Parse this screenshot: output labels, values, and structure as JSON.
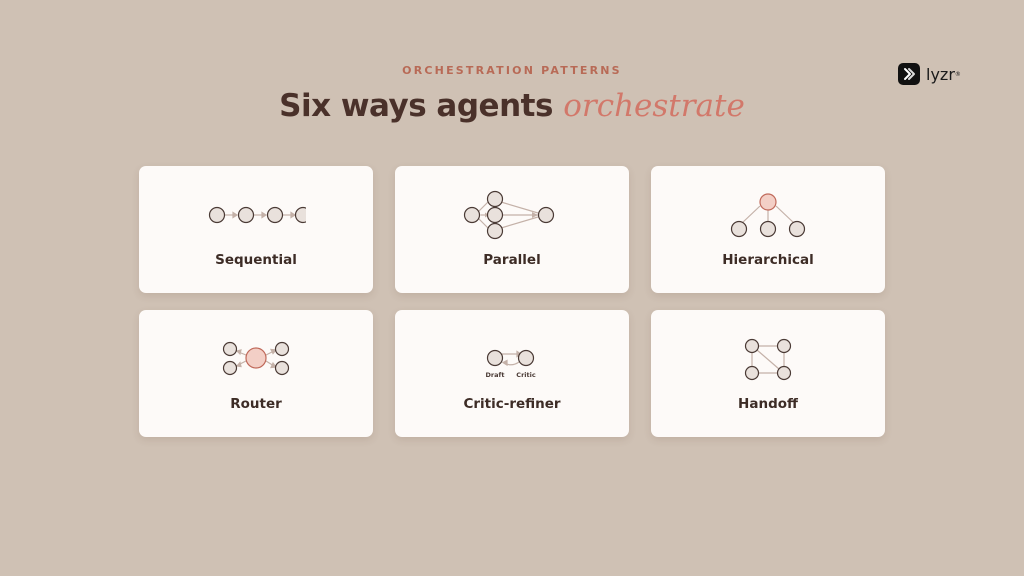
{
  "header": {
    "eyebrow": "ORCHESTRATION PATTERNS",
    "title_main": "Six ways agents ",
    "title_accent": "orchestrate"
  },
  "logo": {
    "text": "lyzr",
    "trademark": "®",
    "icon": "lyzr-logo-icon"
  },
  "colors": {
    "background": "#cfc1b4",
    "card": "#fdfaf8",
    "accent": "#d2786a",
    "title": "#4a312a",
    "node_fill": "#e9e1dc",
    "node_stroke": "#4a3a35",
    "highlight_fill": "#f3cfc6",
    "highlight_stroke": "#c0695a",
    "arrow": "#c4b1a8"
  },
  "patterns": [
    {
      "label": "Sequential",
      "diagram": "sequential-diagram"
    },
    {
      "label": "Parallel",
      "diagram": "parallel-diagram"
    },
    {
      "label": "Hierarchical",
      "diagram": "hierarchical-diagram"
    },
    {
      "label": "Router",
      "diagram": "router-diagram"
    },
    {
      "label": "Critic-refiner",
      "diagram": "critic-refiner-diagram",
      "node_labels": [
        "Draft",
        "Critic"
      ]
    },
    {
      "label": "Handoff",
      "diagram": "handoff-diagram"
    }
  ]
}
